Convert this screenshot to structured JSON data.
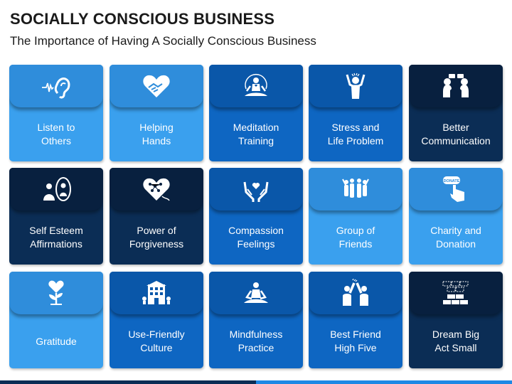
{
  "header": {
    "title": "SOCIALLY CONSCIOUS BUSINESS",
    "subtitle": "The Importance of Having A Socially Conscious Business"
  },
  "theme": {
    "light_blue": "#3aa0ee",
    "light_blue_top": "#2f8ddb",
    "blue": "#0e66c2",
    "blue_top": "#0a57a9",
    "dark_blue": "#0b2d55",
    "dark_blue_top": "#08203f",
    "text": "#ffffff"
  },
  "cards": [
    {
      "label": "Listen to\nOthers",
      "icon": "ear-listening-icon",
      "tone": "light"
    },
    {
      "label": "Helping\nHands",
      "icon": "heart-handshake-icon",
      "tone": "light"
    },
    {
      "label": "Meditation\nTraining",
      "icon": "meditation-icon",
      "tone": "blue"
    },
    {
      "label": "Stress and\nLife Problem",
      "icon": "stressed-person-icon",
      "tone": "blue"
    },
    {
      "label": "Better\nCommunication",
      "icon": "conversation-icon",
      "tone": "dark"
    },
    {
      "label": "Self Esteem\nAffirmations",
      "icon": "self-reflection-icon",
      "tone": "dark"
    },
    {
      "label": "Power of\nForgiveness",
      "icon": "heart-network-icon",
      "tone": "dark"
    },
    {
      "label": "Compassion\nFeelings",
      "icon": "hands-heart-icon",
      "tone": "blue"
    },
    {
      "label": "Group of\nFriends",
      "icon": "group-icon",
      "tone": "light"
    },
    {
      "label": "Charity and\nDonation",
      "icon": "donate-button-icon",
      "tone": "light"
    },
    {
      "label": "Gratitude",
      "icon": "heart-flower-icon",
      "tone": "light"
    },
    {
      "label": "Use-Friendly\nCulture",
      "icon": "office-building-icon",
      "tone": "blue"
    },
    {
      "label": "Mindfulness\nPractice",
      "icon": "mindfulness-icon",
      "tone": "blue"
    },
    {
      "label": "Best Friend\nHigh Five",
      "icon": "high-five-icon",
      "tone": "blue"
    },
    {
      "label": "Dream Big\nAct Small",
      "icon": "bricks-icon",
      "tone": "dark"
    }
  ]
}
